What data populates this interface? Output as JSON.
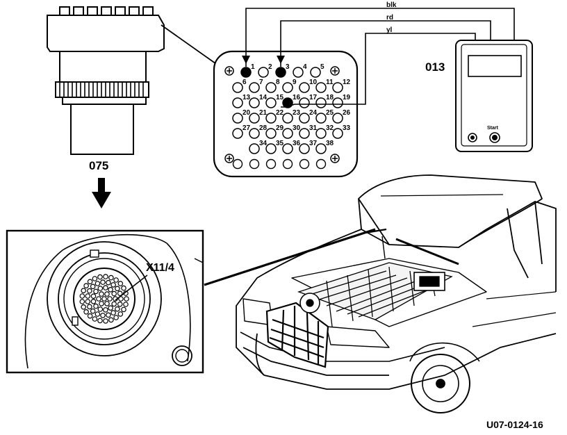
{
  "adapter_label": "075",
  "tester_label": "013",
  "tester_button_label": "Start",
  "connector_label": "X11/4",
  "figure_code": "U07-0124-16",
  "wires": {
    "wire_1": "blk",
    "wire_2": "rd",
    "wire_3": "yl"
  },
  "connector_pins": [
    "1",
    "2",
    "3",
    "4",
    "5",
    "6",
    "7",
    "8",
    "9",
    "10",
    "11",
    "12",
    "13",
    "14",
    "15",
    "16",
    "17",
    "18",
    "19",
    "20",
    "21",
    "22",
    "23",
    "24",
    "25",
    "26",
    "27",
    "28",
    "29",
    "30",
    "31",
    "32",
    "33",
    "34",
    "35",
    "36",
    "37",
    "38"
  ],
  "highlighted_pins": [
    "1",
    "3",
    "16"
  ]
}
